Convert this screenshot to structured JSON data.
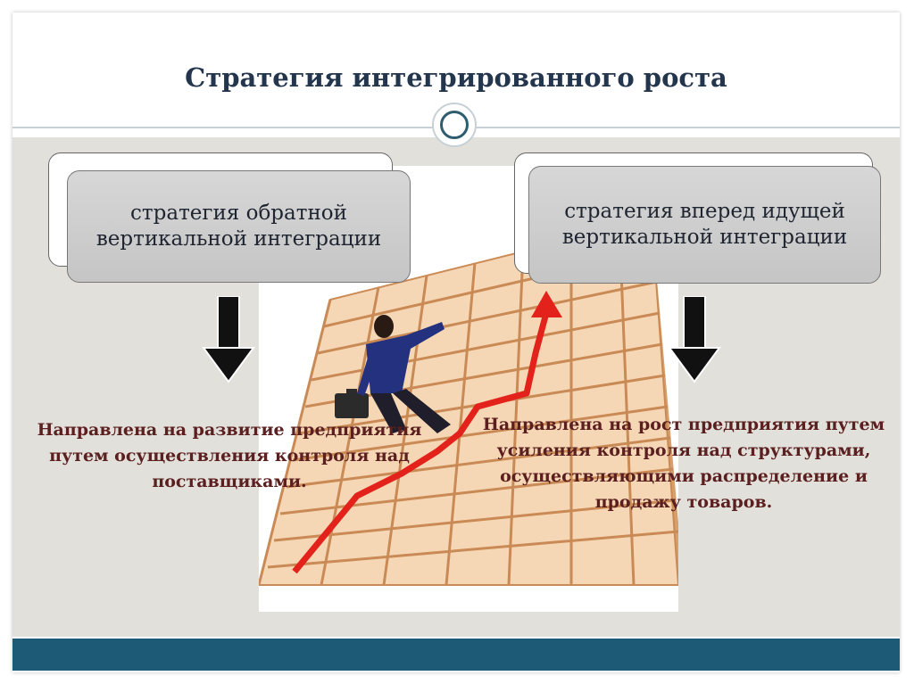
{
  "title": "Стратегия интегрированного роста",
  "left": {
    "box_label": "стратегия обратной вертикальной интеграции",
    "description": "Направлена на развитие предприятия путем осуществления контроля над поставщиками."
  },
  "right": {
    "box_label": "стратегия вперед идущей вертикальной интеграции",
    "description": "Направлена на рост предприятия путем усиления контроля над структурами, осуществляющими распределение и продажу товаров."
  },
  "colors": {
    "title": "#24364d",
    "footer": "#1d5a75",
    "description": "#5b1f1f",
    "growth_arrow": "#e3231b"
  },
  "illustration": {
    "icon": "businessman-climbing-growth-chart-icon"
  }
}
